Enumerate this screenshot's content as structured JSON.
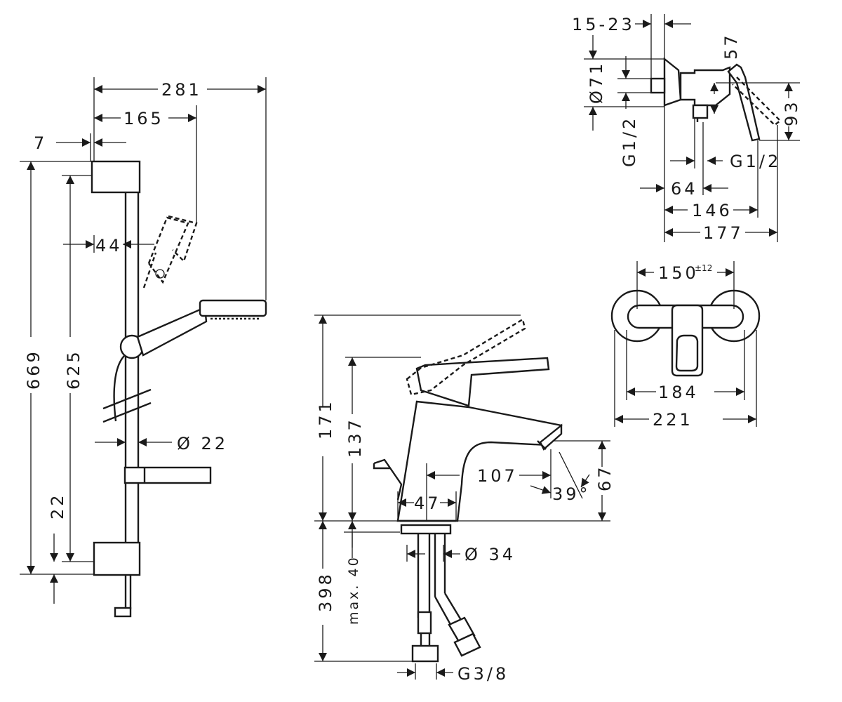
{
  "shower_rail": {
    "width_total": "281",
    "width_handshower": "165",
    "offset_top": "7",
    "wall_distance": "44",
    "height_total": "669",
    "height_rail": "625",
    "bottom_offset": "22",
    "rail_diameter": "Ø 22"
  },
  "basin_mixer": {
    "height_total": "171",
    "height_spout": "137",
    "projection": "107",
    "base_width": "47",
    "spout_height": "67",
    "spout_angle": "39°",
    "base_diameter": "Ø 34",
    "hose_length": "398",
    "max_thickness": "max. 40",
    "connection": "G3/8"
  },
  "shower_mixer_side": {
    "wall_adjust": "15-23",
    "rosette_diameter": "Ø71",
    "lever_offset": "57",
    "height": "93",
    "thread_left": "G1/2",
    "thread_right": "G1/2",
    "depth_64": "64",
    "depth_146": "146",
    "depth_177": "177"
  },
  "shower_mixer_front": {
    "centers": "150",
    "centers_tolerance": "±12",
    "width_inner": "184",
    "width_outer": "221"
  }
}
